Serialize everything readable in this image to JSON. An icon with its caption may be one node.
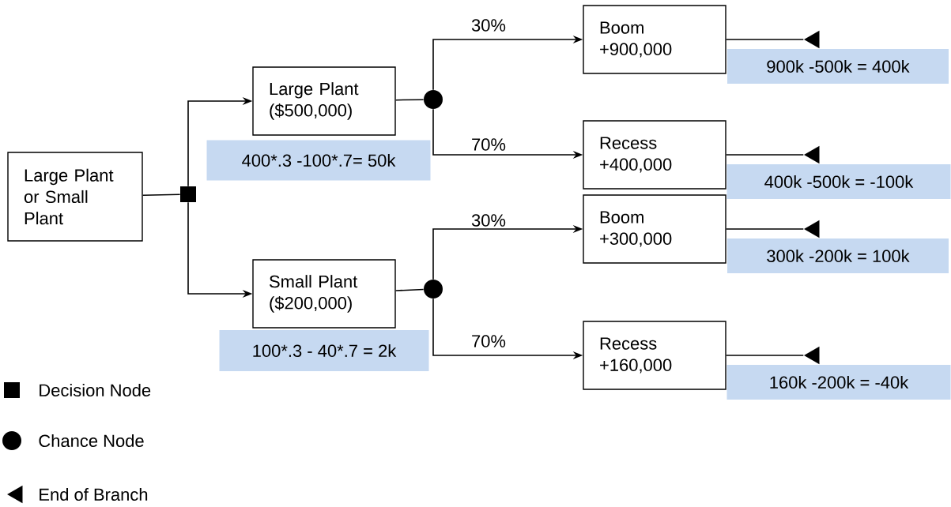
{
  "diagram": {
    "nodes": [
      {
        "text": [
          "Large Plant or Small Plant"
        ]
      },
      {
        "text": [],
        "shape": "box"
      },
      {
        "text": [
          "Large Plant",
          "($500,000)"
        ]
      },
      {
        "text": [
          "400*.3 -100*.7= 50k"
        ]
      },
      {
        "text": [],
        "shape": "circle"
      },
      {
        "text": [
          "Small Plant",
          "($200,000)"
        ]
      },
      {
        "text": [
          "100*.3 - 40*.7 = 2k"
        ]
      },
      {
        "text": [],
        "shape": "circle"
      },
      {
        "text": [
          "Boom",
          "+900,000"
        ]
      },
      {
        "text": [],
        "shape": "triangle"
      },
      {
        "text": [
          "900k -500k = 400k"
        ]
      },
      {
        "text": [
          "Recess",
          "+400,000"
        ]
      },
      {
        "text": [],
        "shape": "triangle"
      },
      {
        "text": [
          "400k -500k = -100k"
        ]
      },
      {
        "text": [
          "Boom",
          "+300,000"
        ]
      },
      {
        "text": [],
        "shape": "triangle"
      },
      {
        "text": [
          "300k -200k = 100k"
        ]
      },
      {
        "text": [
          "Recess",
          "+160,000"
        ]
      },
      {
        "text": [],
        "shape": "triangle"
      },
      {
        "text": [
          "160k -200k = -40k"
        ]
      }
    ],
    "edges": [
      {
        "from": 0,
        "to": 1,
        "arrow": "none"
      },
      {
        "from": 1,
        "to": 2,
        "arrow": "to"
      },
      {
        "from": 1,
        "to": 5,
        "arrow": "to"
      },
      {
        "from": 2,
        "to": 4,
        "arrow": "none"
      },
      {
        "from": 5,
        "to": 7,
        "arrow": "none"
      },
      {
        "from": 4,
        "to": 8,
        "arrow": "to",
        "label": "30%"
      },
      {
        "from": 4,
        "to": 11,
        "arrow": "to",
        "label": "70%"
      },
      {
        "from": 7,
        "to": 14,
        "arrow": "to",
        "label": "30%"
      },
      {
        "from": 7,
        "to": 17,
        "arrow": "to",
        "label": "70%"
      },
      {
        "from": 8,
        "to": 9,
        "arrow": "none"
      },
      {
        "from": 11,
        "to": 12,
        "arrow": "none"
      },
      {
        "from": 14,
        "to": 15,
        "arrow": "none"
      },
      {
        "from": 17,
        "to": 18,
        "arrow": "none"
      }
    ],
    "legend": [
      {
        "text": "Decision Node"
      },
      {
        "text": "Chance Node"
      },
      {
        "text": "End of Branch"
      }
    ]
  }
}
